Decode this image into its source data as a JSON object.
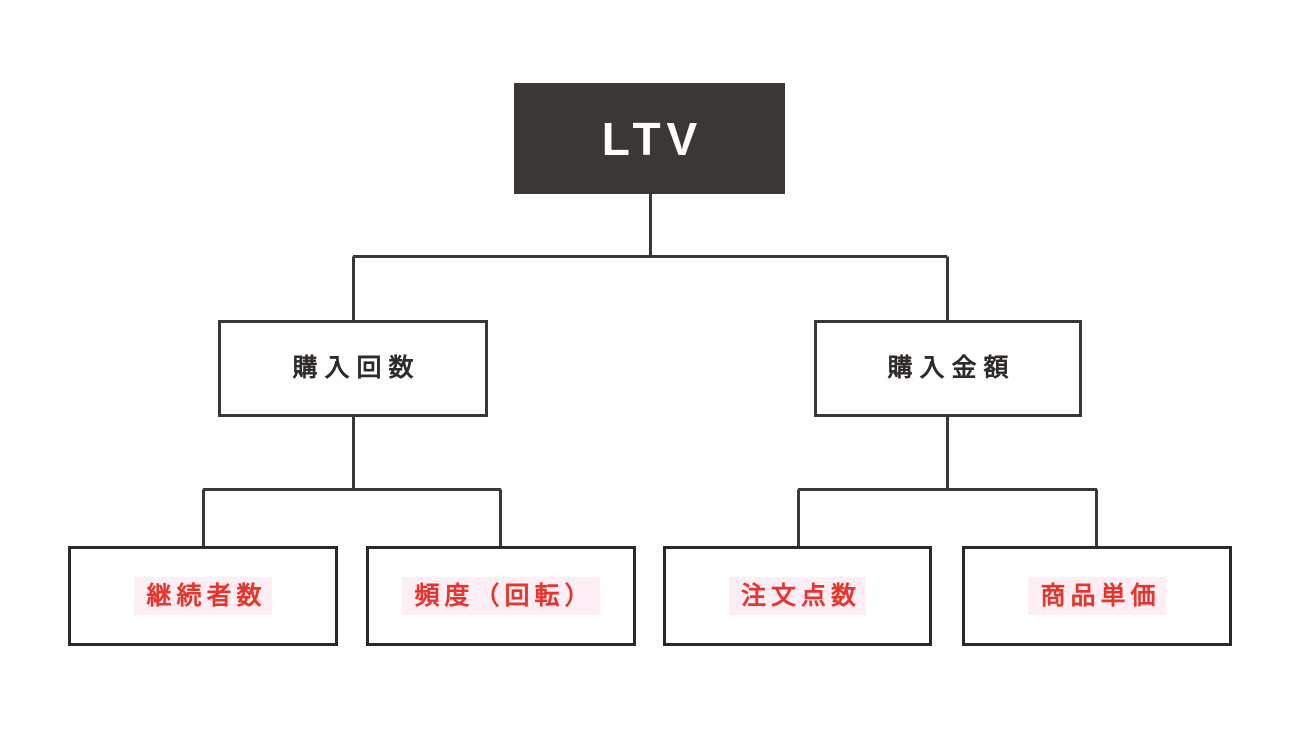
{
  "diagram": {
    "title": "LTV decomposition tree",
    "background_color": "#ffffff",
    "line_color": "#3b3735",
    "root": {
      "id": "ltv",
      "label": "LTV",
      "fill_color": "#3b3735",
      "text_color": "#ffffff"
    },
    "branches": [
      {
        "id": "purchase-count",
        "label": "購入回数",
        "text_color": "#2e2b29",
        "border_color": "#3b3735",
        "children": [
          {
            "id": "continuing-customers",
            "label": "継続者数",
            "text_color": "#e8352b",
            "highlight_color": "#fdeef6"
          },
          {
            "id": "frequency-rotation",
            "label": "頻度（回転）",
            "text_color": "#e8352b",
            "highlight_color": "#fdeef6"
          }
        ]
      },
      {
        "id": "purchase-amount",
        "label": "購入金額",
        "text_color": "#2e2b29",
        "border_color": "#3b3735",
        "children": [
          {
            "id": "order-item-count",
            "label": "注文点数",
            "text_color": "#e8352b",
            "highlight_color": "#fdeef6"
          },
          {
            "id": "product-unit-price",
            "label": "商品単価",
            "text_color": "#e8352b",
            "highlight_color": "#fdeef6"
          }
        ]
      }
    ]
  }
}
